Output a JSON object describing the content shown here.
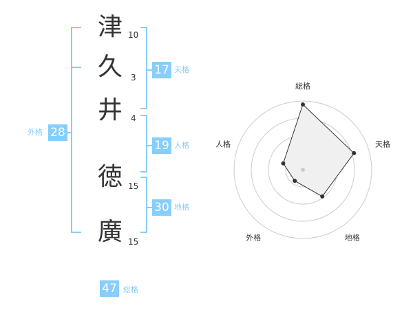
{
  "name": {
    "characters": [
      {
        "char": "津",
        "strokes": "10"
      },
      {
        "char": "久",
        "strokes": "3"
      },
      {
        "char": "井",
        "strokes": "4"
      },
      {
        "char": "徳",
        "strokes": "15"
      },
      {
        "char": "廣",
        "strokes": "15"
      }
    ]
  },
  "kakusu": {
    "tenkaku": {
      "value": "17",
      "label": "天格"
    },
    "jinkaku": {
      "value": "19",
      "label": "人格"
    },
    "chikaku": {
      "value": "30",
      "label": "地格"
    },
    "gaikaku": {
      "value": "28",
      "label": "外格"
    },
    "soukaku": {
      "value": "47",
      "label": "総格"
    }
  },
  "radar": {
    "axes": [
      "総格",
      "天格",
      "地格",
      "外格",
      "人格"
    ],
    "values": [
      0.95,
      0.78,
      0.48,
      0.2,
      0.3
    ],
    "ring_count": 4
  },
  "colors": {
    "accent": "#87CEFA",
    "text": "#333333",
    "ring": "#cccccc",
    "fill": "#f0f0f0",
    "point": "#333333"
  }
}
